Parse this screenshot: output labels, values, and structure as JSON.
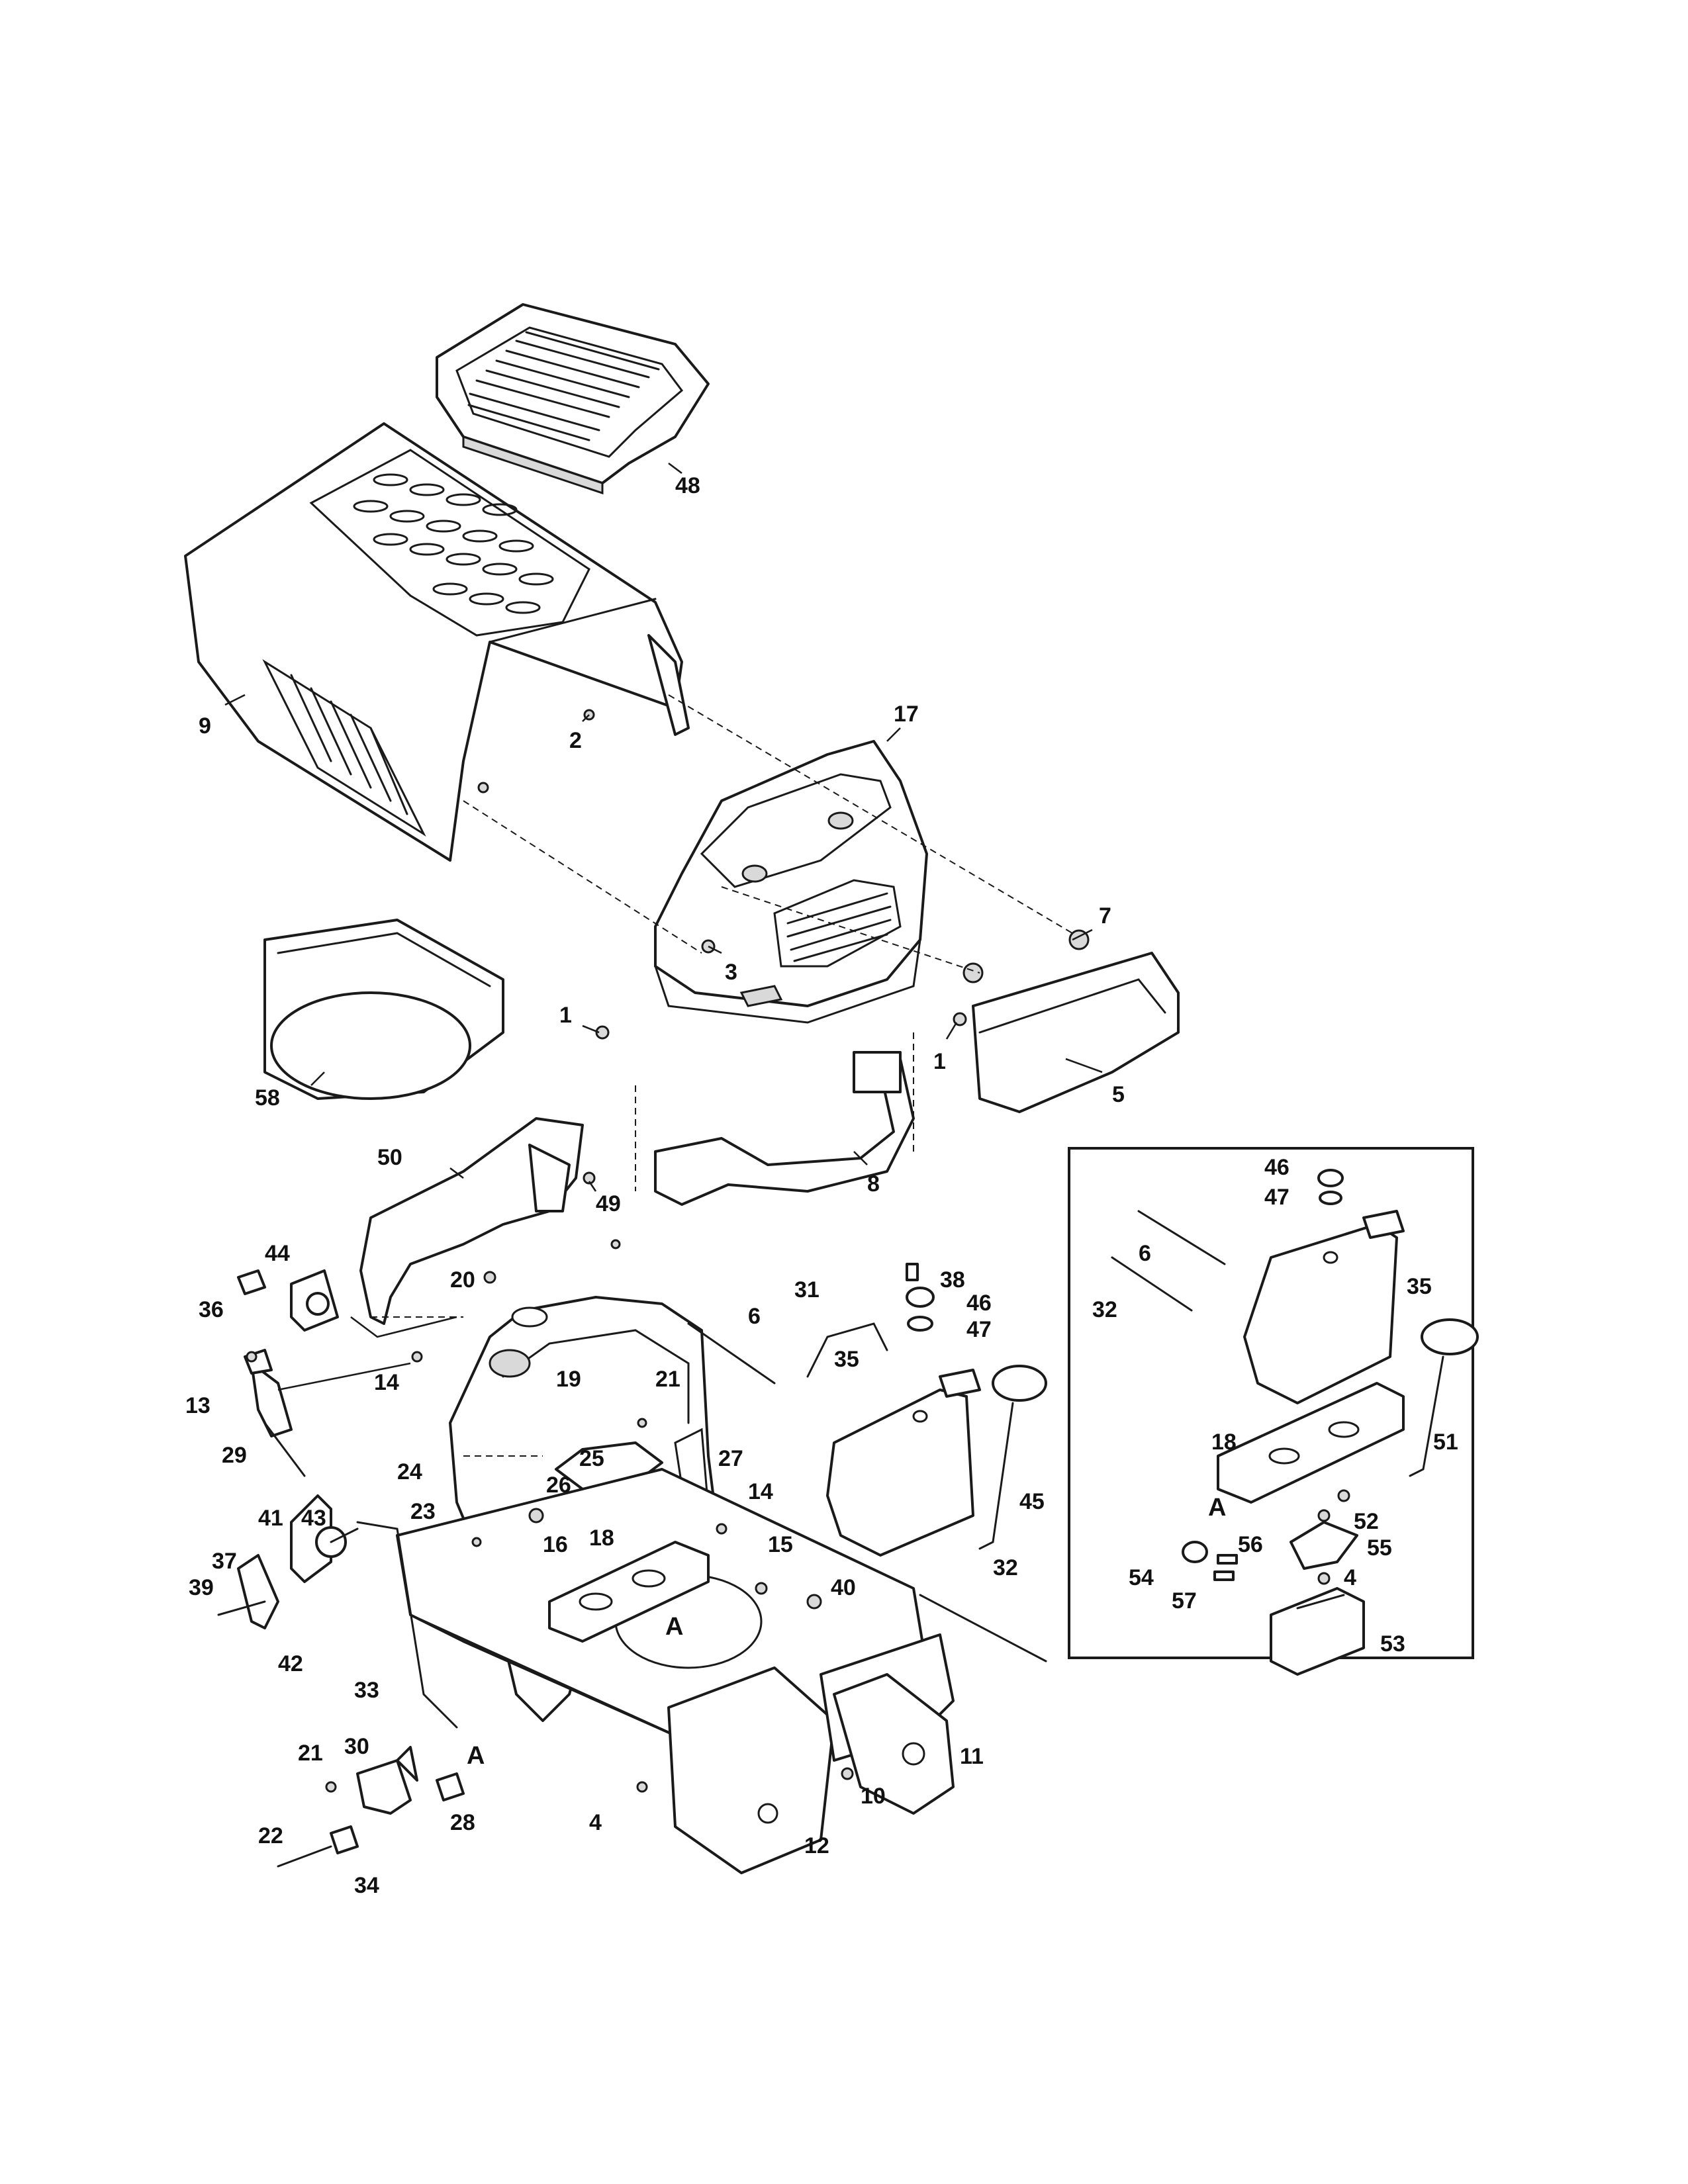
{
  "diagram": {
    "inset_box": true,
    "callouts": [
      "1",
      "2",
      "3",
      "4",
      "5",
      "6",
      "7",
      "8",
      "9",
      "10",
      "11",
      "12",
      "13",
      "14",
      "15",
      "16",
      "17",
      "18",
      "19",
      "20",
      "21",
      "22",
      "23",
      "24",
      "25",
      "26",
      "27",
      "28",
      "29",
      "30",
      "31",
      "32",
      "33",
      "34",
      "35",
      "36",
      "37",
      "38",
      "39",
      "40",
      "41",
      "42",
      "43",
      "44",
      "45",
      "46",
      "47",
      "48",
      "49",
      "50",
      "51",
      "52",
      "53",
      "54",
      "55",
      "56",
      "57",
      "58"
    ],
    "reference_letter": "A"
  }
}
